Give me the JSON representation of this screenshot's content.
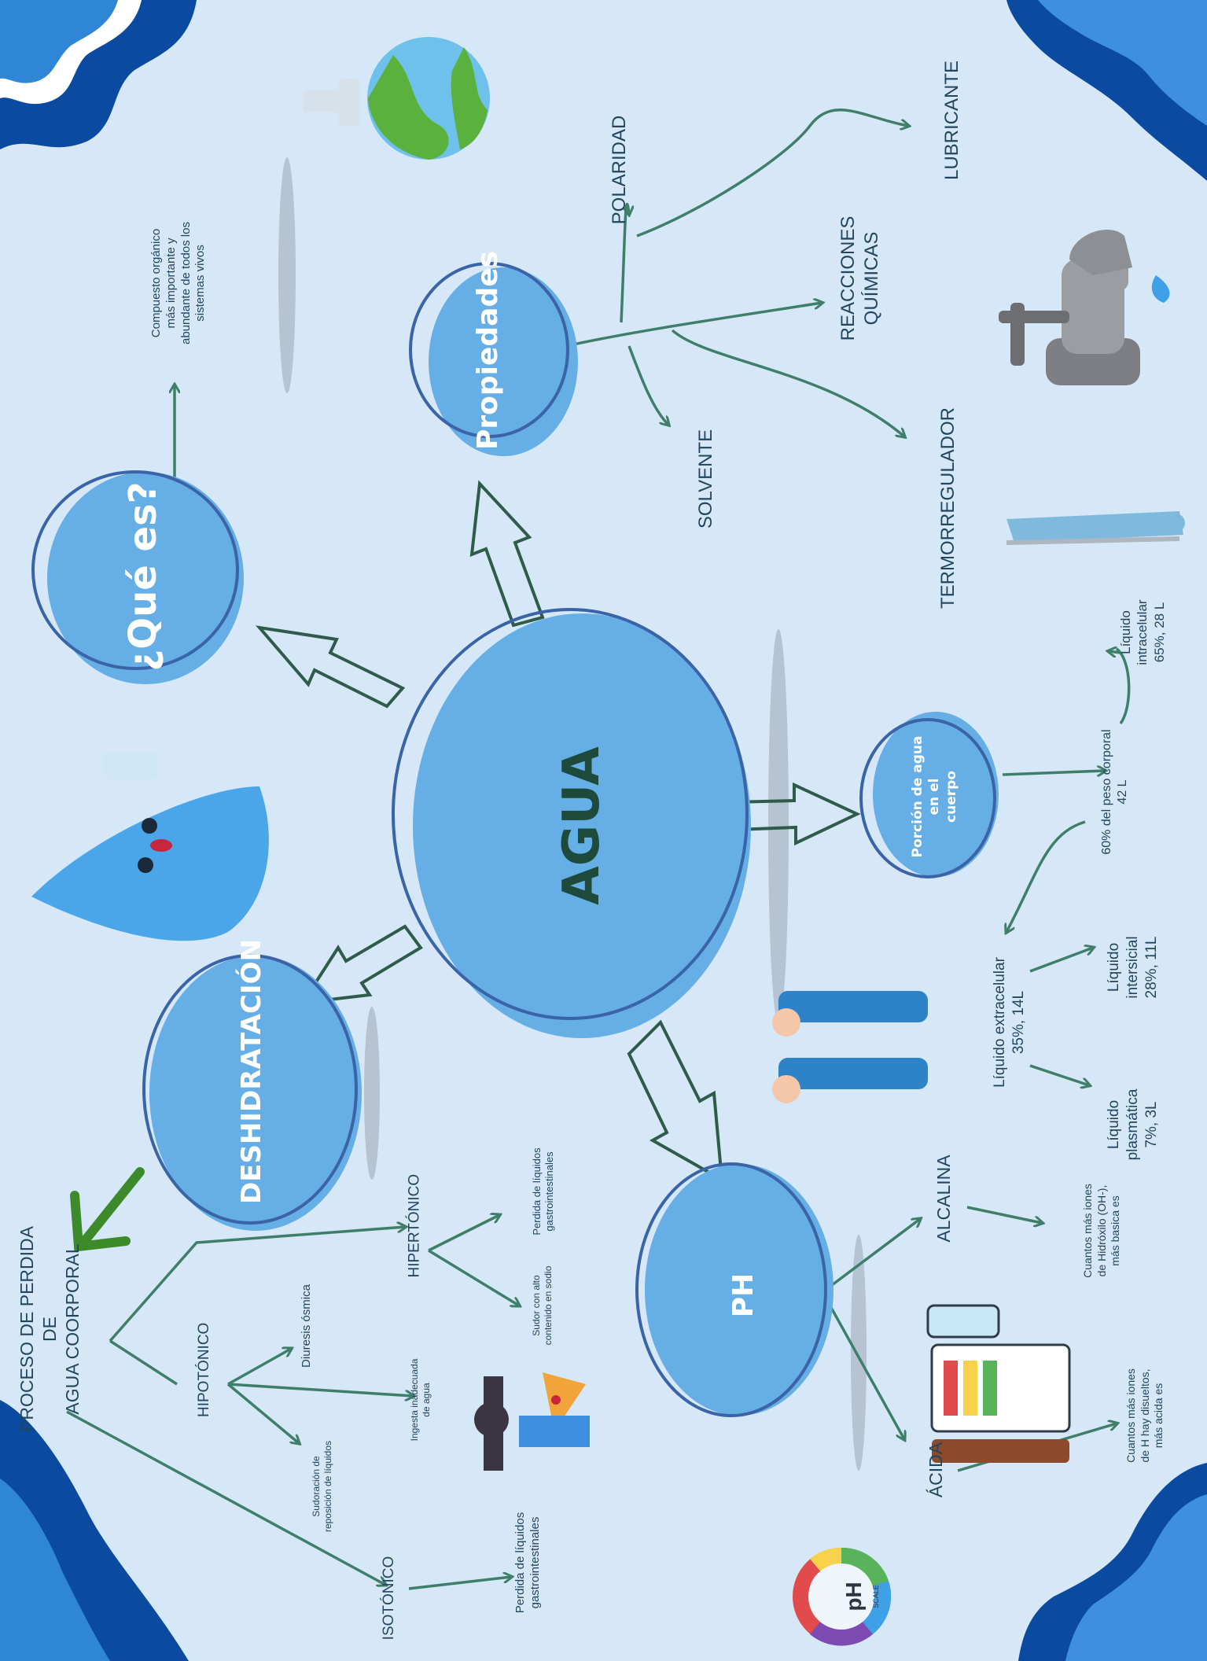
{
  "main_topic": "AGUA",
  "nodes": {
    "que_es": {
      "title": "¿Qué es?",
      "text": "Compuesto orgánico\nmás importante y\nabundante de todos los\nsistemas vivos"
    },
    "propiedades": {
      "title": "Propiedades",
      "items": [
        "POLARIDAD",
        "LUBRICANTE",
        "REACCIONES QUÍMICAS",
        "SOLVENTE",
        "TERMORREGULADOR"
      ]
    },
    "porcion": {
      "title": "Porción de agua en el\ncuerpo",
      "total": "60% del peso corporal\n42 L",
      "intracelular": "Líquido\nintracelular\n65%, 28 L",
      "extracelular": "Líquido extracelular\n35%, 14L",
      "intersticial": "Líquido\nintersicial\n28%, 11L",
      "plasmatica": "Líquido\nplasmática\n7%, 3L"
    },
    "ph": {
      "title": "PH",
      "alcalina": "ALCALINA",
      "alcalina_text": "Cuantos más iones\nde Hidróxilo (OH-),\nmás basica es",
      "acida": "ÁCIDA",
      "acida_text": "Cuantos más iones\nde H hay disueltos,\nmás acida es"
    },
    "deshidratacion": {
      "title": "DESHIDRATACIÓN",
      "proceso": "PROCESO DE PERDIDA DE\nAGUA COORPORAL",
      "hipotonico": "HIPOTÓNICO",
      "hipotonico_items": [
        "Diuresis ósmica",
        "Ingesta inadecuada\nde agua",
        "Sudoración de\nreposición de líquidos"
      ],
      "hipertonico": "HIPERTÓNICO",
      "hipertonico_items": [
        "Perdida de líquidos\ngastrointestinales",
        "Sudor con alto\ncontenido en sodio"
      ],
      "isotonico": "ISOTÓNICO",
      "isotonico_items": [
        "Perdida de líquidos\ngastrointestinales"
      ]
    }
  },
  "icons": [
    "earth-faucet-icon",
    "faucet-icon",
    "human-silhouette-icon",
    "water-drop-mascot-icon",
    "people-drinking-icon",
    "dehydration-warning-icon",
    "ph-test-icon",
    "ph-scale-icon"
  ],
  "ph_badge": {
    "big": "pH",
    "small": "SCALE"
  },
  "colors": {
    "background": "#d6e8f8",
    "circle": "#66aee6",
    "circle_outline": "#3b64a8",
    "arrow_green": "#3f7f6a",
    "wave_dark": "#0a4aa0"
  }
}
